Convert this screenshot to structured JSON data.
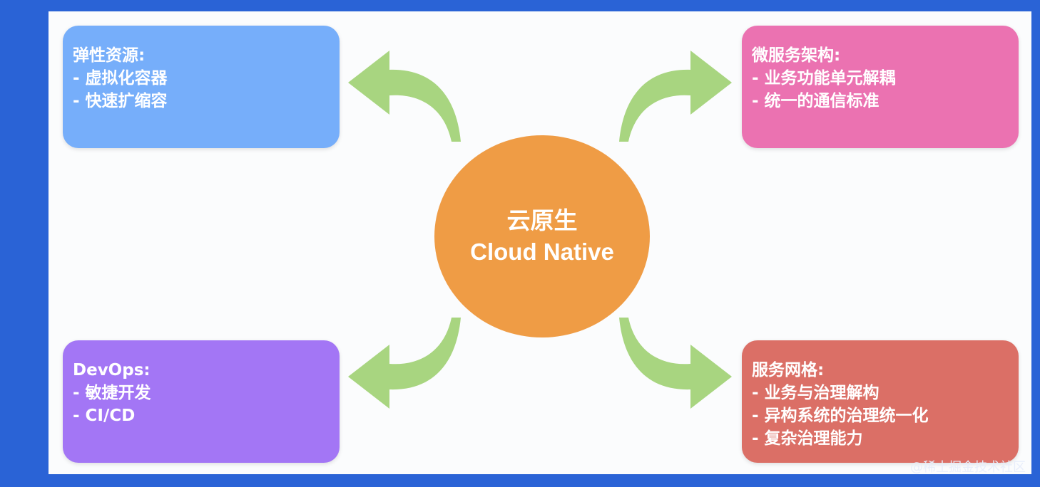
{
  "center": {
    "line1": "云原生",
    "line2": "Cloud Native"
  },
  "boxes": {
    "top_left": {
      "title": "弹性资源:",
      "items": [
        "- 虚拟化容器",
        "- 快速扩缩容"
      ]
    },
    "top_right": {
      "title": "微服务架构:",
      "items": [
        "- 业务功能单元解耦",
        "- 统一的通信标准"
      ]
    },
    "bottom_left": {
      "title": "DevOps:",
      "items": [
        "- 敏捷开发",
        "- CI/CD"
      ]
    },
    "bottom_right": {
      "title": "服务网格:",
      "items": [
        "- 业务与治理解构",
        "- 异构系统的治理统一化",
        "- 复杂治理能力"
      ]
    }
  },
  "colors": {
    "top_left": "#76aefa",
    "top_right": "#eb72b1",
    "bottom_left": "#a376f5",
    "bottom_right": "#db6f66",
    "center": "#ef9c45",
    "arrow": "#a8d580"
  },
  "watermark": "@稀土掘金技术社区"
}
